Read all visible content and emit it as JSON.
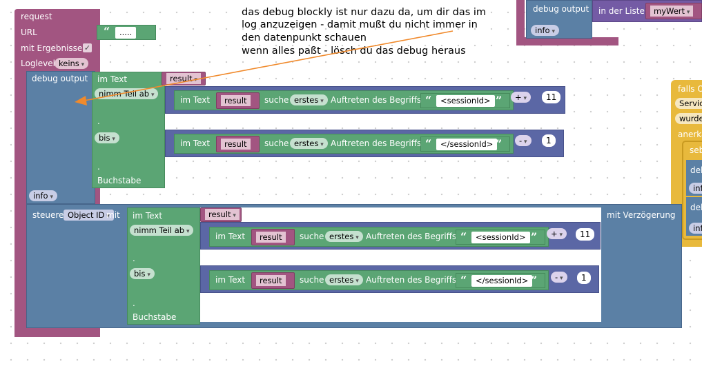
{
  "annotation": {
    "line1": "das debug blockly ist nur dazu da, um dir das im",
    "line2": "log anzuzeigen - damit mußt du nicht immer in",
    "line3": "den datenpunkt schauen",
    "line4": "wenn alles paßt - lösch du das debug heraus"
  },
  "request_block": {
    "title": "request",
    "url_label": "URL",
    "url_value": ".....",
    "results_label": "mit Ergebnissen",
    "results_checked": "✓",
    "loglevel_label": "Loglevel",
    "loglevel_value": "keins"
  },
  "debug_block": {
    "title": "debug output",
    "level": "info"
  },
  "control_block": {
    "label": "steuere",
    "object_id": "Object ID",
    "mit": "mit",
    "delay": "mit Verzögerung"
  },
  "substring": {
    "im_text": "im Text",
    "var": "result",
    "nimm": "nimm Teil ab",
    "dot": ".",
    "bis": "bis",
    "buchstabe": "Buchstabe"
  },
  "search_start": {
    "im_text": "im Text",
    "var": "result",
    "suche": "suche",
    "mode": "erstes",
    "auftreten": "Auftreten des Begriffs",
    "term": "<sessionId>",
    "op": "+",
    "num": "11"
  },
  "search_end": {
    "im_text": "im Text",
    "var": "result",
    "suche": "suche",
    "mode": "erstes",
    "auftreten": "Auftreten des Begriffs",
    "term": "</sessionId>",
    "op": "-",
    "num": "1"
  },
  "top_right": {
    "debug": "debug output",
    "level": "info",
    "in_der_liste": "in der Liste",
    "var": "myWert"
  },
  "right_edge": {
    "falls": "falls O",
    "servic": "Servic",
    "wurde": "wurde",
    "anerka": "anerka",
    "seb": "seb",
    "deb1": "deb",
    "info1": "info",
    "deb2": "deb",
    "info2": "info"
  },
  "colors": {
    "request": "#a25581",
    "debug": "#5b80a5",
    "text": "#5ba574",
    "math": "#5b67a5",
    "list": "#745ba5",
    "logic": "#e8b93c"
  }
}
